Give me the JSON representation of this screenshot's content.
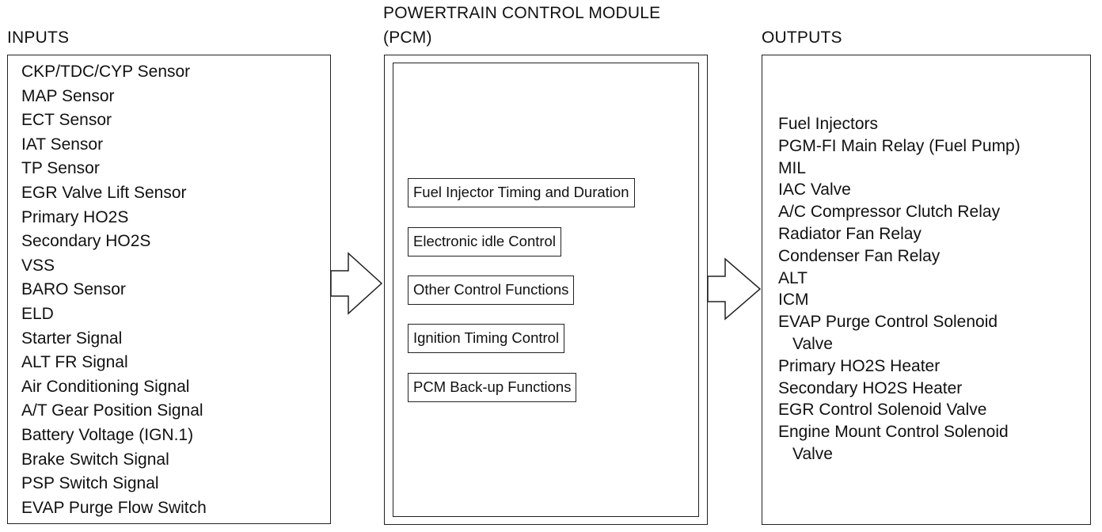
{
  "headings": {
    "inputs": "INPUTS",
    "pcm_line1": "POWERTRAIN CONTROL MODULE",
    "pcm_line2": "(PCM)",
    "outputs": "OUTPUTS"
  },
  "inputs": [
    "CKP/TDC/CYP Sensor",
    "MAP Sensor",
    "ECT Sensor",
    "IAT Sensor",
    "TP Sensor",
    "EGR Valve Lift Sensor",
    "Primary HO2S",
    "Secondary HO2S",
    "VSS",
    "BARO Sensor",
    "ELD",
    "Starter Signal",
    "ALT FR Signal",
    "Air Conditioning Signal",
    "A/T Gear Position Signal",
    "Battery Voltage (IGN.1)",
    "Brake Switch Signal",
    "PSP Switch Signal",
    "EVAP Purge Flow Switch"
  ],
  "pcm_functions": [
    "Fuel Injector Timing and Duration",
    "Electronic idle Control",
    "Other Control Functions",
    "Ignition Timing Control",
    "PCM Back-up Functions"
  ],
  "outputs": [
    "Fuel Injectors",
    "PGM-FI Main Relay (Fuel Pump)",
    "MIL",
    "IAC Valve",
    "A/C Compressor Clutch Relay",
    "Radiator Fan Relay",
    "Condenser Fan Relay",
    "ALT",
    "ICM",
    "EVAP Purge Control Solenoid",
    "Valve",
    "Primary HO2S Heater",
    "Secondary HO2S Heater",
    "EGR Control Solenoid Valve",
    "Engine Mount Control Solenoid",
    "Valve"
  ]
}
